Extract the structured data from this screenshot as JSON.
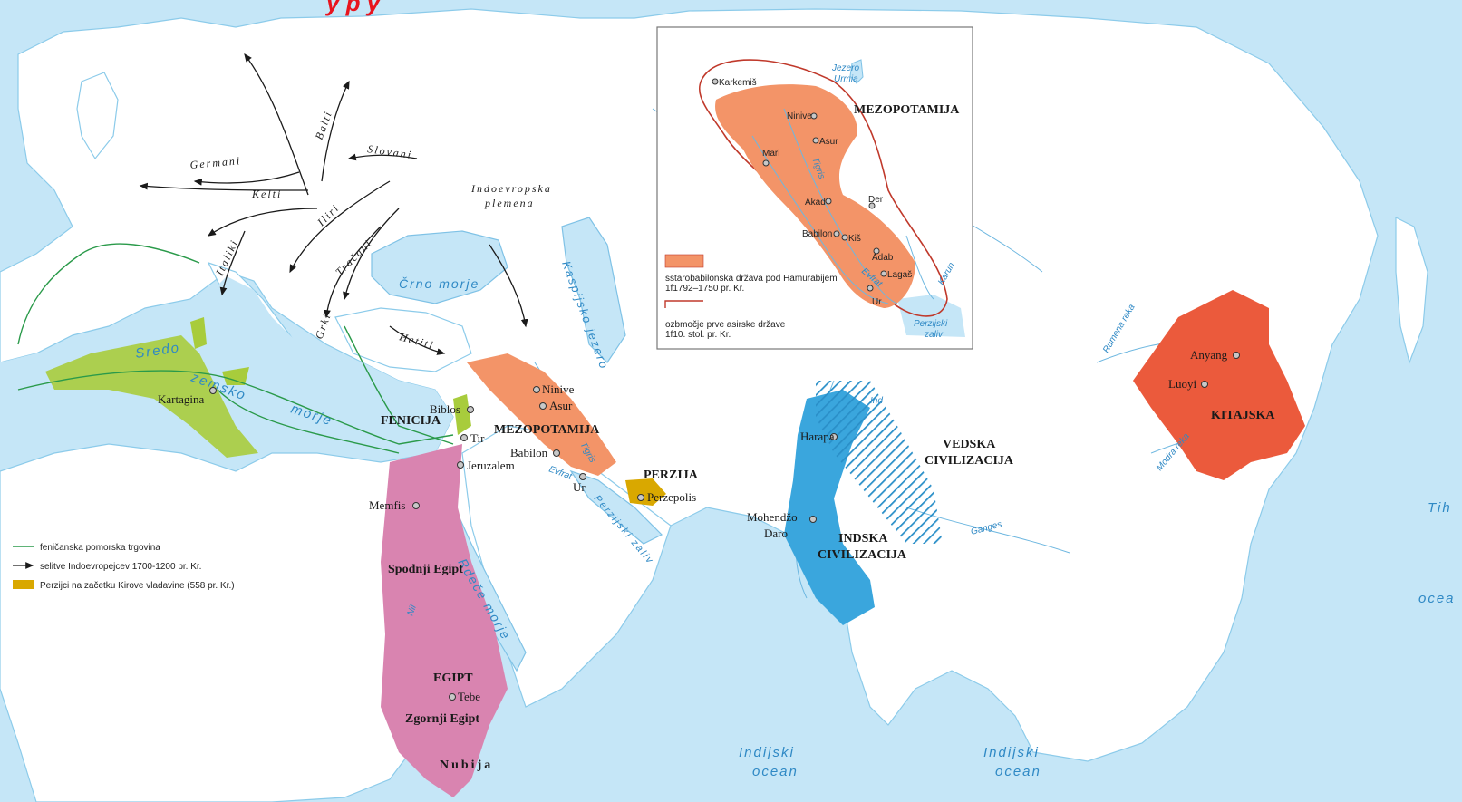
{
  "colors": {
    "sea": "#c5e6f7",
    "land": "#ffffff",
    "fenicija_trade": "#a8cc3c",
    "mezopotamija": "#f39468",
    "egipt": "#d984b0",
    "perzija": "#d9a800",
    "indija": "#3aa6dd",
    "kitajska": "#eb5a3c",
    "title_red": "#e8141e",
    "trade_line": "#2a9a4a"
  },
  "seas": {
    "crno": "Črno morje",
    "sredozemsko_1": "Sredo",
    "sredozemsko_2": "zemsko",
    "sredozemsko_3": "morje",
    "kaspijsko": "Kaspijsko jezero",
    "rdece": "Rdeče morje",
    "perzijski": "Perzijski zaliv",
    "indijski_1a": "Indijski",
    "indijski_1b": "ocean",
    "indijski_2a": "Indijski",
    "indijski_2b": "ocean",
    "tihi_a": "Tih",
    "tihi_b": "ocea"
  },
  "tribes": {
    "balti": "Balti",
    "slovani": "Slovani",
    "germani": "Germani",
    "kelti": "Kelti",
    "iliri": "Iliri",
    "italiki": "Italiki",
    "tracani": "Tračani",
    "grki": "Grki",
    "hetiti": "Hetiti",
    "indo_1": "Indoevropska",
    "indo_2": "plemena"
  },
  "regions": {
    "fenicija": "FENICIJA",
    "mezopotamija": "MEZOPOTAMIJA",
    "perzija": "PERZIJA",
    "vedska_1": "VEDSKA",
    "vedska_2": "CIVILIZACIJA",
    "indska_1": "INDSKA",
    "indska_2": "CIVILIZACIJA",
    "kitajska": "KITAJSKA",
    "egipt": "EGIPT",
    "spodnji": "Spodnji Egipt",
    "zgornji": "Zgornji Egipt",
    "nubija": "Nubija"
  },
  "cities": {
    "kartagina": "Kartagina",
    "biblos": "Biblos",
    "tir": "Tir",
    "jeruzalem": "Jeruzalem",
    "memfis": "Memfis",
    "tebe": "Tebe",
    "ninive": "Ninive",
    "asur": "Asur",
    "babilon": "Babilon",
    "ur": "Ur",
    "perzepolis": "Perzepolis",
    "harapa": "Harapa",
    "mohendzo_1": "Mohendžo",
    "mohendzo_2": "Daro",
    "anyang": "Anyang",
    "luoyi": "Luoyi"
  },
  "rivers": {
    "tigris": "Tigris",
    "evfrat": "Evfrat",
    "nil": "Nil",
    "ind": "Ind",
    "ganges": "Ganges",
    "rumena": "Rumena reka",
    "modra": "Modra reka"
  },
  "legend": {
    "trade": "feničanska pomorska trgovina",
    "migration": "selitve Indoevropejcev 1700-1200 pr. Kr.",
    "persians": "Perzijci na začetku Kirove vladavine (558 pr. Kr.)"
  },
  "inset": {
    "title": "MEZOPOTAMIJA",
    "lake_1": "Jezero",
    "lake_2": "Urmia",
    "gulf_1": "Perzijski",
    "gulf_2": "zaliv",
    "karkemis": "Karkemiš",
    "ninive": "Ninive",
    "asur": "Asur",
    "mari": "Mari",
    "akad": "Akad",
    "der": "Der",
    "babilon": "Babilon",
    "kis": "Kiš",
    "adab": "Adab",
    "lagas": "Lagaš",
    "ur": "Ur",
    "tigris": "Tigris",
    "evfrat": "Evfrat",
    "karun": "Karun",
    "legend_1a": "sstarobabilonska država pod Hamurabijem",
    "legend_1b": "1f1792–1750 pr. Kr.",
    "legend_2a": "ozbmočje prve asirske države",
    "legend_2b": "1f10. stol. pr. Kr."
  },
  "title_fragment": "y p y"
}
